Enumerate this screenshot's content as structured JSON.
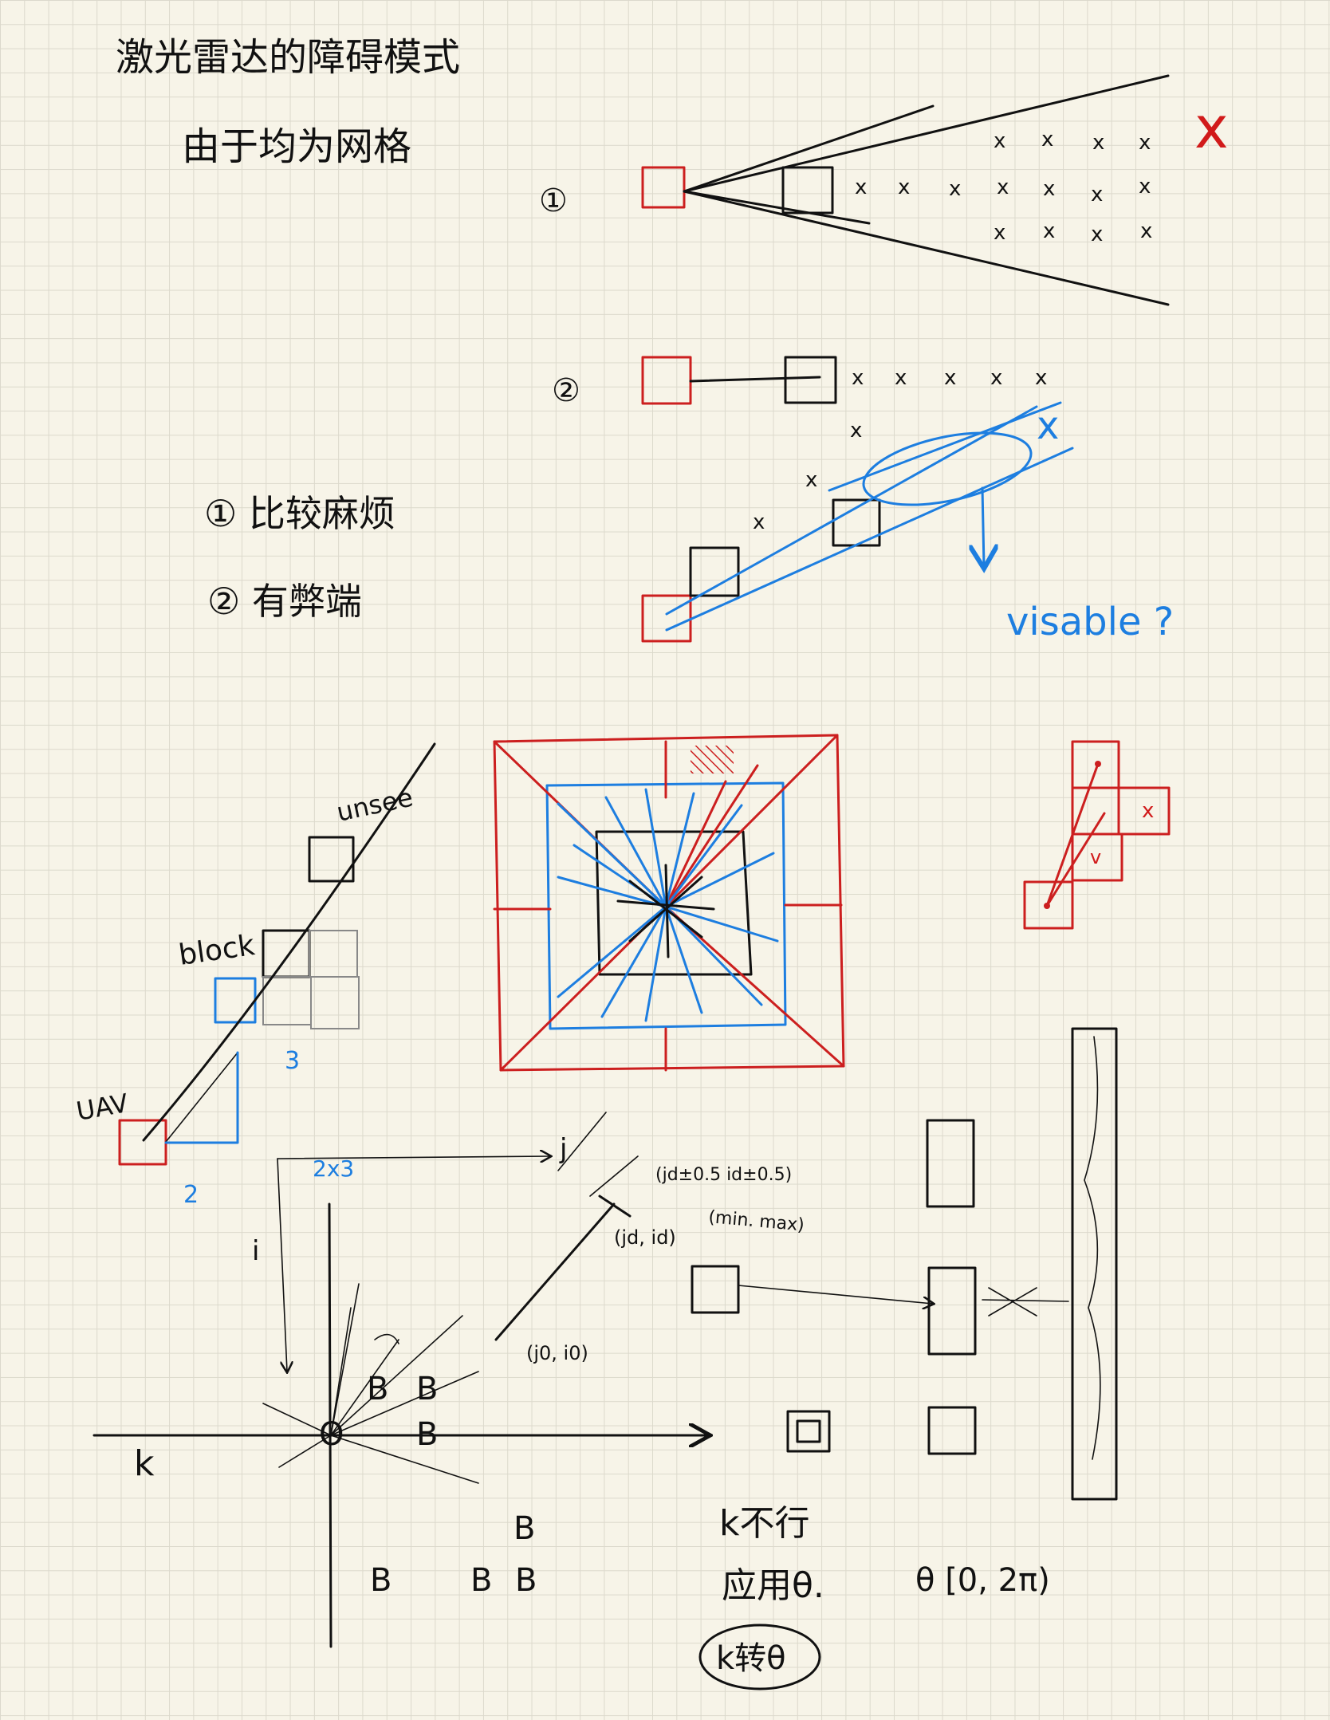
{
  "title_line1": "激光雷达的障碍模式",
  "title_line2": "由于均为网格",
  "method1_marker": "①",
  "method2_marker": "②",
  "note1": "① 比较麻烦",
  "note2": "② 有弊端",
  "visible_question": "visable ?",
  "label_unsee": "unsee",
  "label_block": "block",
  "label_uav": "UAV",
  "label_grid_3": "3",
  "label_grid_2": "2",
  "label_2x3": "2x3",
  "axis_j": "j",
  "axis_i": "i",
  "axis_k": "k",
  "coord_center": "(jd±0.5 id±0.5)",
  "coord_minmax": "(min. max)",
  "coord_jd_id": "(jd, id)",
  "coord_j0_i0": "(j0, i0)",
  "origin_label": "O",
  "block_letter": "B",
  "note_k_not": "k不行",
  "note_use_theta": "应用θ.",
  "theta_range": "θ [0, 2π)",
  "note_circled": "k转θ",
  "mark_x": "x",
  "ink_colors": {
    "black": "#111111",
    "red": "#cc1f1f",
    "blue": "#1d7ee0"
  }
}
